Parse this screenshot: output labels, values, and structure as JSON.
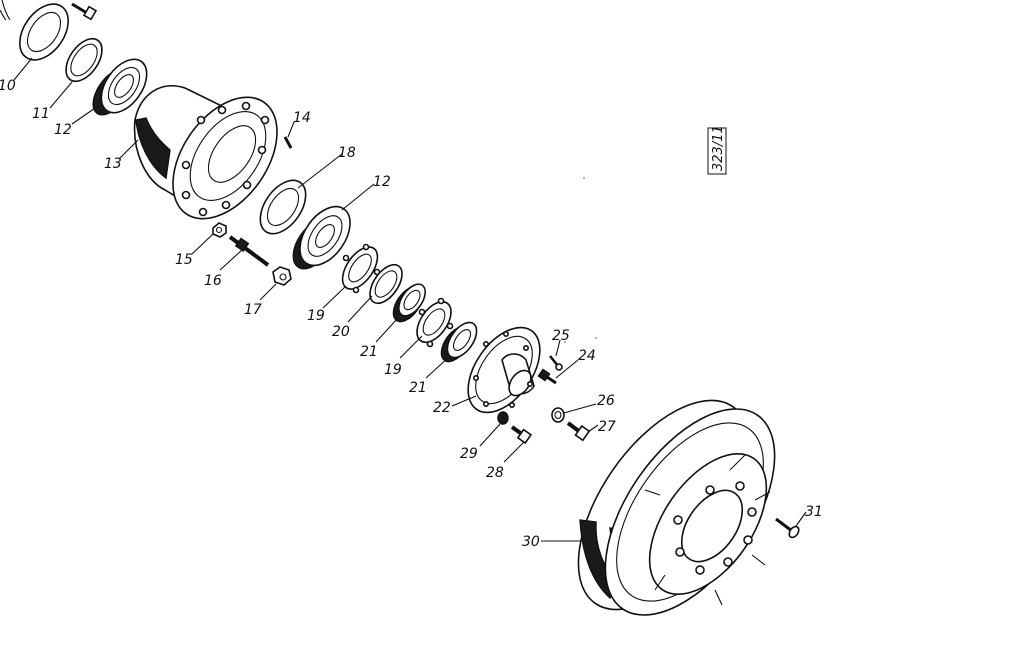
{
  "figure": {
    "reference_code": "323/11",
    "colors": {
      "ink": "#111111",
      "paper": "#ffffff"
    },
    "callouts": [
      "10",
      "11",
      "12",
      "13",
      "14",
      "18",
      "12",
      "15",
      "16",
      "17",
      "19",
      "20",
      "21",
      "19",
      "21",
      "22",
      "25",
      "24",
      "26",
      "27",
      "29",
      "28",
      "30",
      "31"
    ]
  }
}
